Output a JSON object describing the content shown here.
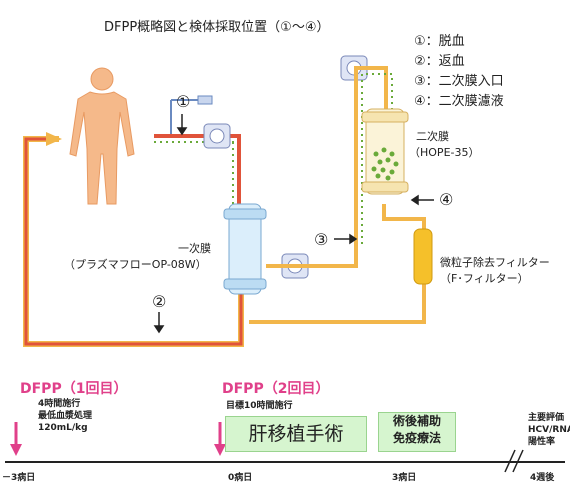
{
  "diagram": {
    "title": "DFPP概略図と検体採取位置（①～④）",
    "legend": [
      "①：脱血",
      "②：返血",
      "③：二次膜入口",
      "④：二次膜濾液"
    ],
    "markers": [
      "①",
      "②",
      "③",
      "④"
    ],
    "primary_membrane": {
      "name": "一次膜",
      "model": "（プラズマフローOP-08W）"
    },
    "secondary_membrane": {
      "name": "二次膜",
      "model": "（HOPE-35）"
    },
    "filter": {
      "name": "微粒子除去フィルター",
      "short": "（F･フィルター）"
    }
  },
  "timeline": {
    "first": {
      "label": "DFPP（1回目）",
      "lines": [
        "4時間施行",
        "最低血漿処理",
        "120mL/kg"
      ]
    },
    "second": {
      "label": "DFPP（2回目）",
      "note": "目標10時間施行"
    },
    "box1": "肝移植手術",
    "box2a": "術後補助",
    "box2b": "免疫療法",
    "eval": [
      "主要評価",
      "HCV/RNA",
      "陽性率"
    ],
    "days": [
      "－3病日",
      "0病日",
      "3病日",
      "4週後"
    ]
  },
  "colors": {
    "blood": "#e0533a",
    "plasma": "#f2b64a",
    "dots": "#6aaa3a",
    "accent": "#e0408a"
  }
}
